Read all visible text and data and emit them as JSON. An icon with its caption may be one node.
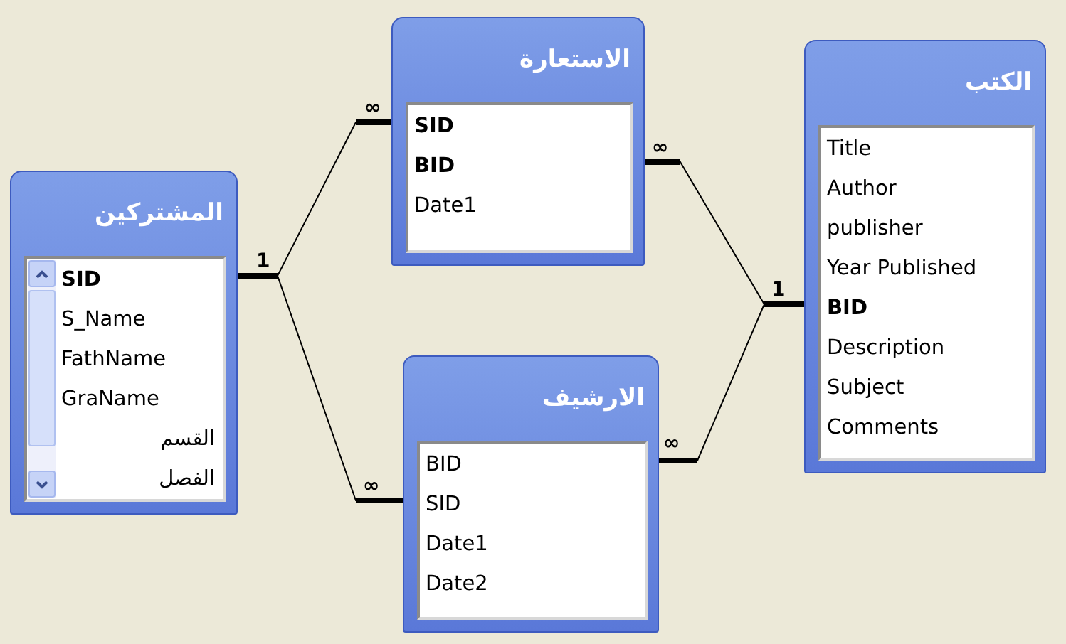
{
  "diagram": {
    "nodes": [
      {
        "text": [
          "المشتركين",
          "**SID**",
          "S_Name",
          "FathName",
          "GraName",
          "القسم",
          "الفصل"
        ]
      },
      {
        "text": [
          "الاستعارة",
          "**SID**",
          "**BID**",
          "Date1"
        ]
      },
      {
        "text": [
          "الارشيف",
          "BID",
          "SID",
          "Date1",
          "Date2"
        ]
      },
      {
        "text": [
          "الكتب",
          "Title",
          "Author",
          "publisher",
          "Year Published",
          "**BID**",
          "Description",
          "Subject",
          "Comments"
        ]
      }
    ],
    "edges": [
      {
        "from": 0,
        "to": 1,
        "arrow": "none"
      },
      {
        "from": 0,
        "to": 2,
        "arrow": "none"
      },
      {
        "from": 3,
        "to": 1,
        "arrow": "none"
      },
      {
        "from": 3,
        "to": 2,
        "arrow": "none"
      }
    ],
    "labels": [
      "∞",
      "∞",
      "1",
      "1",
      "∞",
      "∞"
    ]
  }
}
